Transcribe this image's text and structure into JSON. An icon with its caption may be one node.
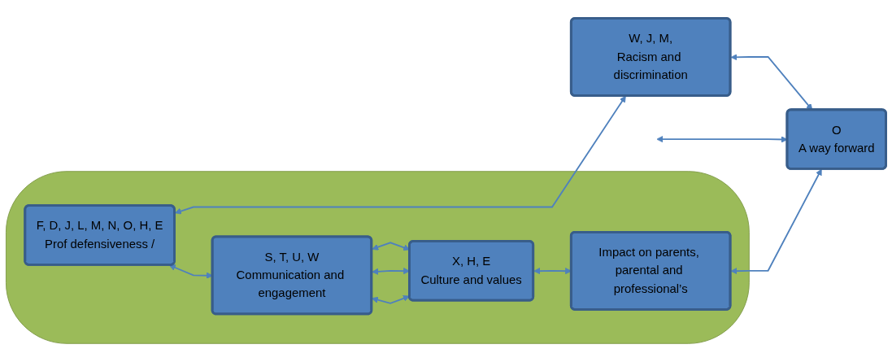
{
  "diagram": {
    "nodes": [
      {
        "text": [],
        "shape": "band"
      },
      {
        "text": [
          "F, D, J, L, M, N, O, H, E",
          "Prof defensiveness /"
        ],
        "in": 0
      },
      {
        "text": [
          "S, T, U, W",
          "Communication and engagement"
        ],
        "in": 0
      },
      {
        "text": [
          "X, H, E",
          "Culture and values"
        ],
        "in": 0
      },
      {
        "text": [
          "Impact on parents, parental and professional’s"
        ],
        "in": 0
      },
      {
        "text": [
          "W, J, M,",
          "Racism and discrimination"
        ]
      },
      {
        "text": [
          "O",
          "A way forward"
        ]
      }
    ],
    "edges": [
      {
        "from": 1,
        "to": 2,
        "arrow": "both"
      },
      {
        "from": 2,
        "to": 3,
        "arrow": "both"
      },
      {
        "from": 3,
        "to": 4,
        "arrow": "both"
      },
      {
        "from": 3,
        "to": 2,
        "arrow": "both"
      },
      {
        "from": 2,
        "to": 3,
        "arrow": "both"
      },
      {
        "from": 1,
        "to": 5,
        "arrow": "both"
      },
      {
        "from": 5,
        "to": 6,
        "arrow": "both"
      },
      {
        "from": null,
        "to": 6,
        "arrow": "both"
      },
      {
        "from": 4,
        "to": 6,
        "arrow": "both"
      }
    ]
  }
}
